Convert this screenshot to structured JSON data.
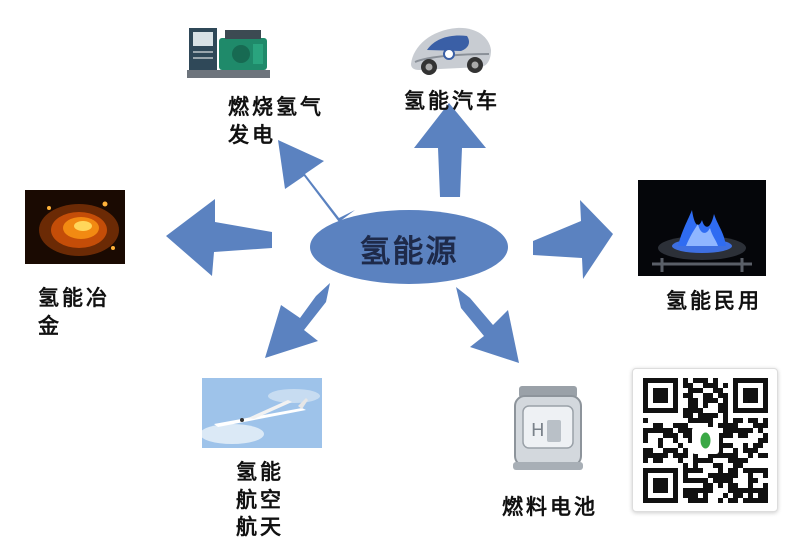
{
  "center": {
    "label": "氢能源"
  },
  "colors": {
    "accent": "#5b82c0",
    "hub_text": "#1e2a4a",
    "label_text": "#111111"
  },
  "nodes": [
    {
      "id": "combustion-power",
      "lines": [
        "燃烧氢气",
        "发电"
      ],
      "icon": "generator-icon"
    },
    {
      "id": "hydrogen-car",
      "lines": [
        "氢能汽车"
      ],
      "icon": "car-icon"
    },
    {
      "id": "metallurgy",
      "lines": [
        "氢能冶",
        "金"
      ],
      "icon": "molten-metal-icon"
    },
    {
      "id": "residential",
      "lines": [
        "氢能民用"
      ],
      "icon": "gas-flame-icon"
    },
    {
      "id": "aerospace",
      "lines": [
        "氢能",
        "航空",
        "航天"
      ],
      "icon": "airplane-icon"
    },
    {
      "id": "fuel-cell",
      "lines": [
        "燃料电池"
      ],
      "icon": "fuel-cell-icon"
    }
  ],
  "qr": {
    "icon": "qr-code-icon"
  }
}
